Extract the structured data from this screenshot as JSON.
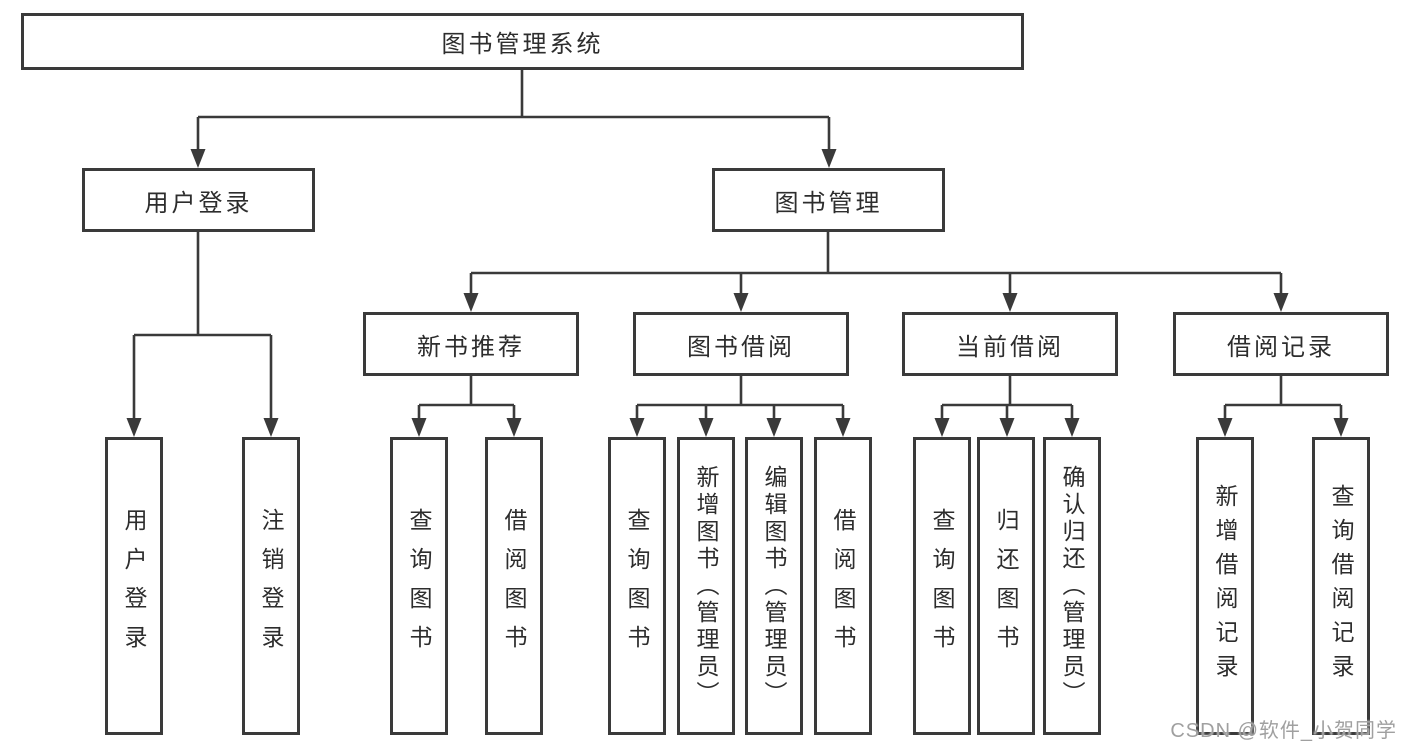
{
  "nodes": {
    "root": {
      "label": "图书管理系统"
    },
    "login": {
      "label": "用户登录"
    },
    "management": {
      "label": "图书管理"
    },
    "new_book": {
      "label": "新书推荐"
    },
    "book_borrow": {
      "label": "图书借阅"
    },
    "current_borrow": {
      "label": "当前借阅"
    },
    "borrow_record": {
      "label": "借阅记录"
    },
    "login_children": [
      {
        "label": "用户登录"
      },
      {
        "label": "注销登录"
      }
    ],
    "new_book_children": [
      {
        "label": "查询图书"
      },
      {
        "label": "借阅图书"
      }
    ],
    "book_borrow_children": [
      {
        "label": "查询图书"
      },
      {
        "label": "新增图书（管理员）"
      },
      {
        "label": "编辑图书（管理员）"
      },
      {
        "label": "借阅图书"
      }
    ],
    "current_borrow_children": [
      {
        "label": "查询图书"
      },
      {
        "label": "归还图书"
      },
      {
        "label": "确认归还（管理员）"
      }
    ],
    "borrow_record_children": [
      {
        "label": "新增借阅记录"
      },
      {
        "label": "查询借阅记录"
      }
    ]
  },
  "watermark": {
    "text": "CSDN @软件_小贺同学"
  },
  "colors": {
    "box_border": "#3a3a3a",
    "line": "#3a3a3a",
    "text": "#2d2d2d",
    "watermark": "#a0a0a0",
    "background": "#ffffff"
  }
}
